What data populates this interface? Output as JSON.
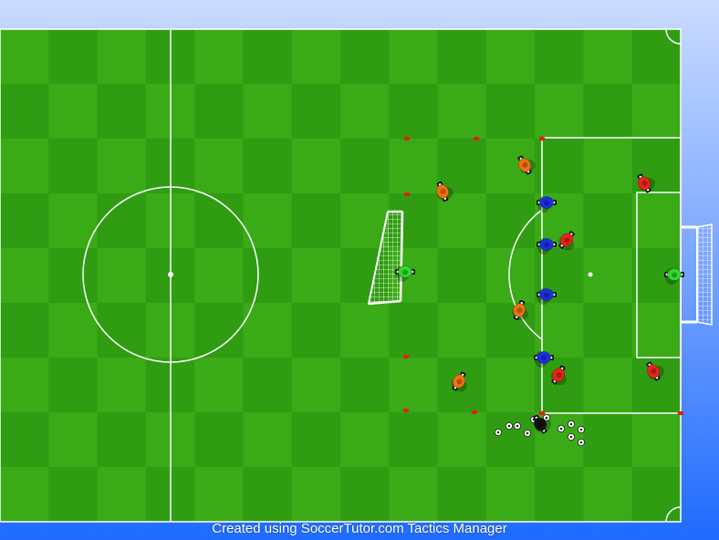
{
  "credit_text": "Created using SoccerTutor.com Tactics Manager",
  "colors": {
    "grass_dark": "#2f9c12",
    "grass_light": "#43b71c",
    "line": "#ffffff",
    "team_blue": "#1a2fe0",
    "team_red": "#e8241a",
    "team_orange": "#f07010",
    "goalkeeper_green": "#2ed82e",
    "coach_black": "#111111",
    "cone_red": "#e02010"
  },
  "players": [
    {
      "team": "orange",
      "name": "orange-player-1"
    },
    {
      "team": "orange",
      "name": "orange-player-2"
    },
    {
      "team": "orange",
      "name": "orange-player-3"
    },
    {
      "team": "orange",
      "name": "orange-player-4"
    },
    {
      "team": "blue",
      "name": "blue-player-1"
    },
    {
      "team": "blue",
      "name": "blue-player-2"
    },
    {
      "team": "blue",
      "name": "blue-player-3"
    },
    {
      "team": "blue",
      "name": "blue-player-4"
    },
    {
      "team": "red",
      "name": "red-player-1"
    },
    {
      "team": "red",
      "name": "red-player-2"
    },
    {
      "team": "red",
      "name": "red-player-3"
    },
    {
      "team": "red",
      "name": "red-player-4"
    },
    {
      "team": "goalkeeper",
      "name": "goalkeeper-mini-goal"
    },
    {
      "team": "goalkeeper",
      "name": "goalkeeper-main-goal"
    },
    {
      "team": "coach",
      "name": "coach"
    }
  ],
  "balls_count": 11,
  "cones_count": 9
}
